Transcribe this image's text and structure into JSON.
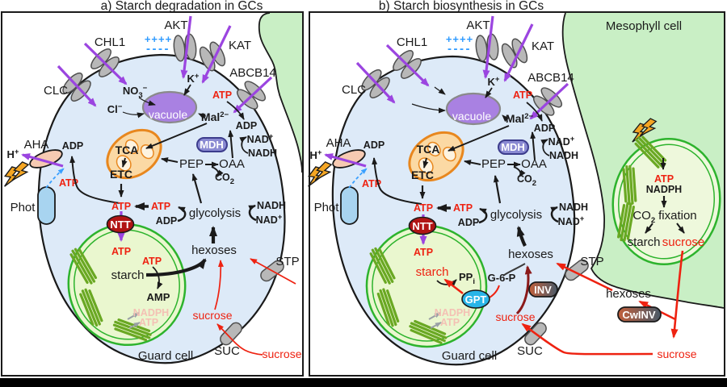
{
  "figure": {
    "panel_a_title": "a) Starch degradation in GCs",
    "panel_b_title": "b) Starch biosynthesis in GCs",
    "mesophyll_label": "Mesophyll cell",
    "guard_cell_label": "Guard cell"
  },
  "proteins": {
    "chl1": "CHL1",
    "akt": "AKT",
    "kat": "KAT",
    "abcb14": "ABCB14",
    "clc": "CLC",
    "aha": "AHA",
    "phot": "Phot",
    "stp": "STP",
    "suc": "SUC",
    "ntt": "NTT",
    "gpt": "GPT",
    "inv": "INV",
    "cwinv": "CwINV",
    "mdh": "MDH"
  },
  "mol": {
    "atp": "ATP",
    "adp": "ADP",
    "amp": "AMP",
    "nadh": "NADH",
    "nadph": "NADPH",
    "pep": "PEP",
    "oaa": "OAA",
    "g6p": "G-6-P",
    "starch": "starch",
    "sucrose": "sucrose",
    "hexoses": "hexoses",
    "glycolysis": "glycolysis",
    "vacuole": "vacuole",
    "tca": "TCA",
    "etc": "ETC",
    "fixation": "fixation",
    "plus_charges": "++++",
    "minus_charges": "----",
    "k": {
      "base": "K",
      "sup": "+"
    },
    "h": {
      "base": "H",
      "sup": "+"
    },
    "no3": {
      "base": "NO",
      "sub": "3",
      "sup": "−"
    },
    "cl": {
      "base": "Cl",
      "sup": "−"
    },
    "mal": {
      "base": "Mal",
      "sup": "2−"
    },
    "nad": {
      "base": "NAD",
      "sup": "+"
    },
    "co2": {
      "base": "CO",
      "sub": "2"
    },
    "ppi": {
      "base": "PP",
      "sub": "i"
    }
  },
  "colors": {
    "red": "#ee2211",
    "purple_arrow": "#9b45e0",
    "charge_blue": "#2f9bff",
    "cell_fill": "#ddeaf8",
    "mesophyll_fill": "#c9efc5",
    "chloroplast_fill": "#eaf7cf",
    "chloroplast_border": "#2db32d",
    "thylakoid": "#6aa823",
    "vacuole_fill": "#a981e2",
    "mito_fill": "#fbd9a4",
    "mito_border": "#e8871e",
    "transporter_gray": "#b8b8b8",
    "aha_pink": "#f6cab2",
    "phot_blue": "#a8d4f0",
    "ntt_red": "#b11414",
    "gpt_blue": "#29b5e8",
    "mdh_purple": "#8a8ad2",
    "inv_gradient_left": "#c2603c",
    "inv_gradient_right": "#4a5a68",
    "faded_label": "#f4c0b4"
  }
}
